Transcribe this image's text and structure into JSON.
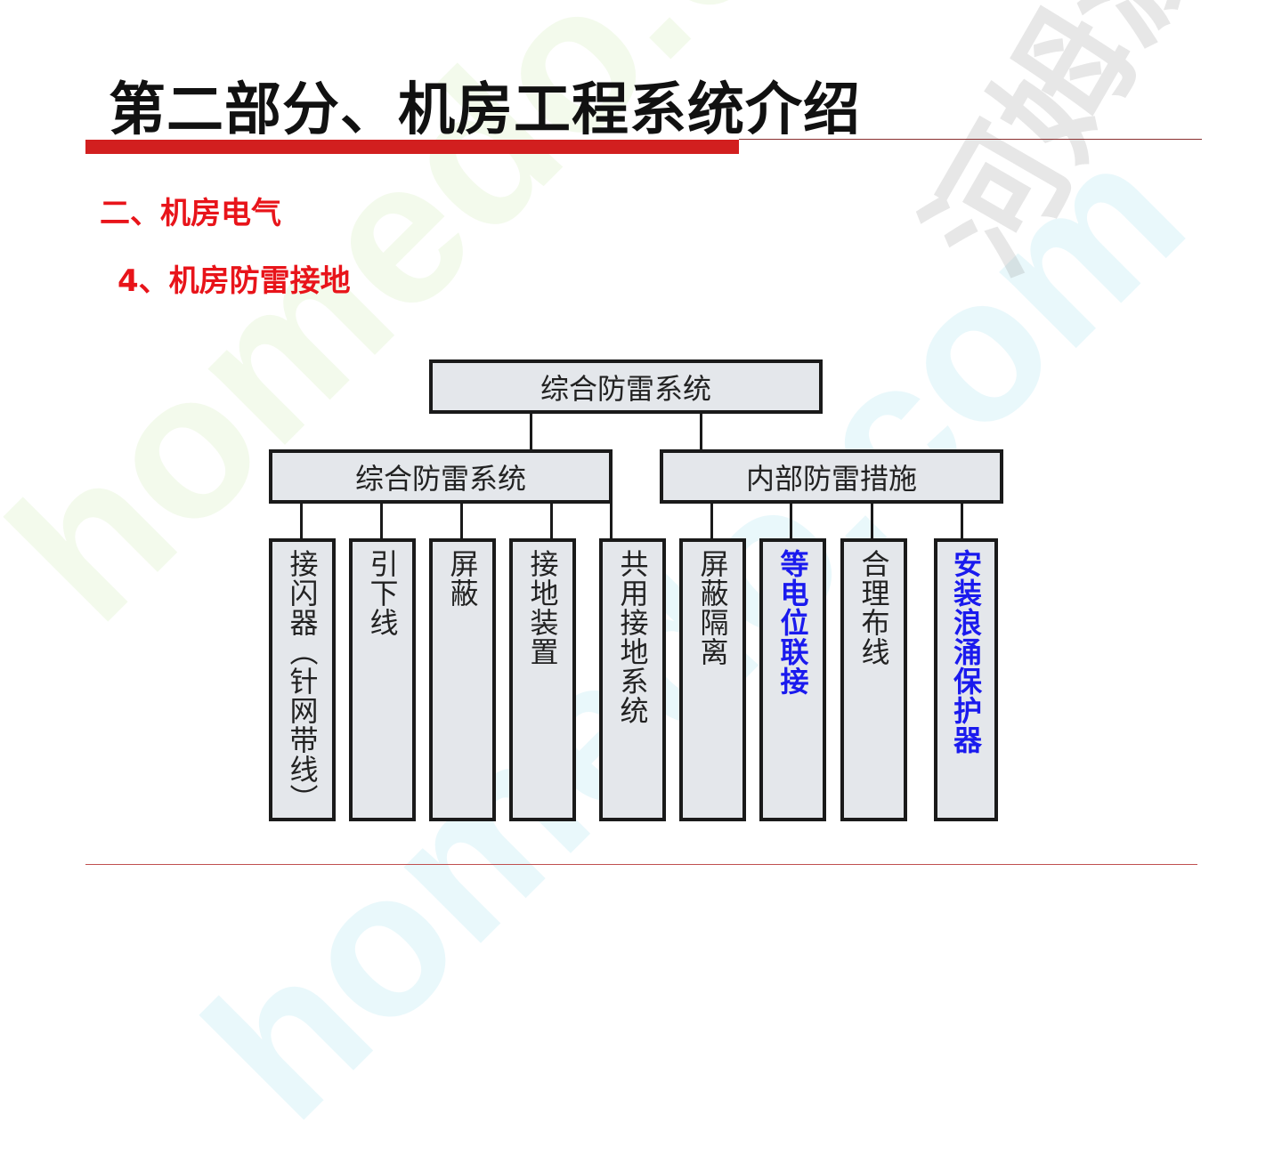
{
  "title": "第二部分、机房工程系统介绍",
  "section": "二、机房电气",
  "subsection": "4、机房防雷接地",
  "watermark": {
    "text_latin": "homedo.com",
    "text_cn": "河姆渡"
  },
  "colors": {
    "accent_red": "#d21f1f",
    "subheading_red": "#e8141a",
    "highlight_blue": "#1a1aee"
  },
  "diagram": {
    "root": "综合防雷系统",
    "branches": [
      {
        "label": "综合防雷系统",
        "children": [
          "接闪器（针网带线）",
          "引下线",
          "屏蔽",
          "接地装置"
        ]
      },
      {
        "label": "内部防雷措施",
        "children": [
          "屏蔽隔离",
          "等电位联接",
          "合理布线",
          "安装浪涌保护器"
        ]
      }
    ],
    "shared": "共用接地系统"
  }
}
